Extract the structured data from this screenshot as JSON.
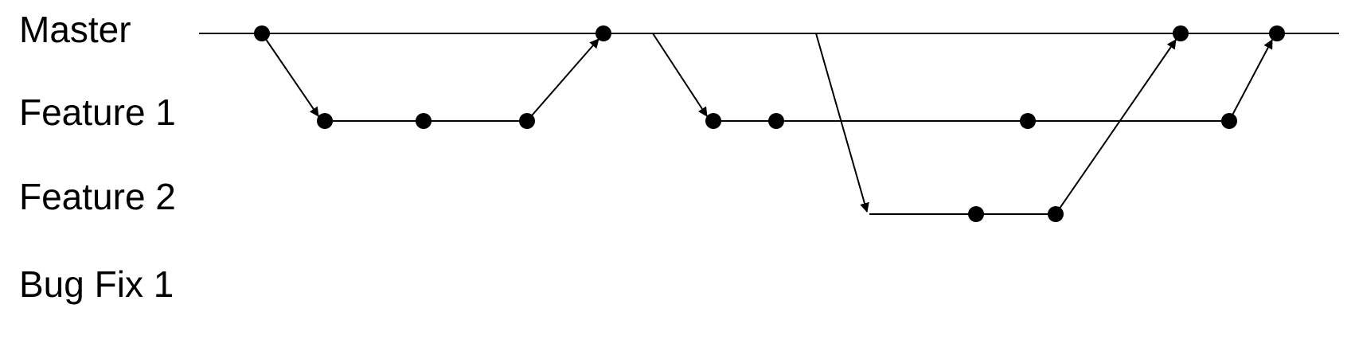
{
  "branches": [
    {
      "id": "master",
      "label": "Master"
    },
    {
      "id": "feature-1",
      "label": "Feature 1"
    },
    {
      "id": "feature-2",
      "label": "Feature 2"
    },
    {
      "id": "bug-fix-1",
      "label": "Bug Fix 1"
    }
  ],
  "commits": [
    {
      "id": "m1",
      "branch": "master"
    },
    {
      "id": "m2",
      "branch": "master"
    },
    {
      "id": "m3",
      "branch": "master"
    },
    {
      "id": "m4",
      "branch": "master"
    },
    {
      "id": "f1a",
      "branch": "feature-1"
    },
    {
      "id": "f1b",
      "branch": "feature-1"
    },
    {
      "id": "f1c",
      "branch": "feature-1"
    },
    {
      "id": "f1d",
      "branch": "feature-1"
    },
    {
      "id": "f1e",
      "branch": "feature-1"
    },
    {
      "id": "f1f",
      "branch": "feature-1"
    },
    {
      "id": "f1g",
      "branch": "feature-1"
    },
    {
      "id": "f2a",
      "branch": "feature-2"
    },
    {
      "id": "f2b",
      "branch": "feature-2"
    }
  ],
  "colors": {
    "stroke": "#000000",
    "background": "#ffffff"
  }
}
